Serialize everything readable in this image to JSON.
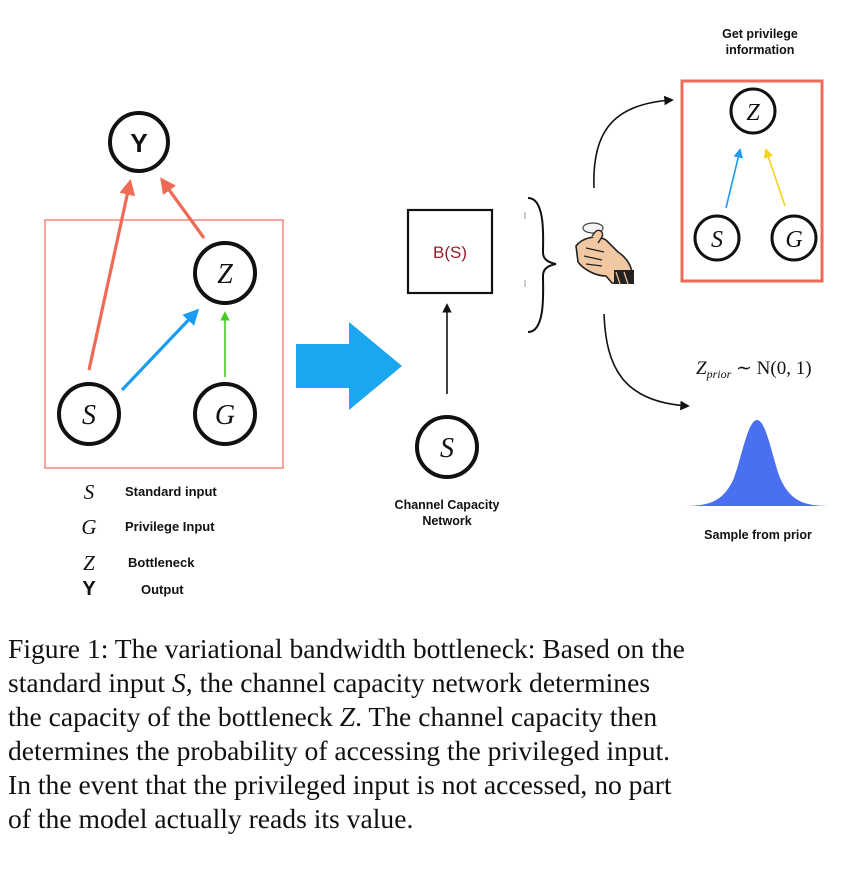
{
  "figure": {
    "nodes": {
      "y": "Y",
      "z": "Z",
      "s": "S",
      "g": "G",
      "bs": "B(S)",
      "channel_s": "S",
      "priv_z": "Z",
      "priv_s": "S",
      "priv_g": "G"
    },
    "legend": [
      {
        "symbol": "S",
        "label": "Standard input"
      },
      {
        "symbol": "G",
        "label": "Privilege Input"
      },
      {
        "symbol": "Z",
        "label": "Bottleneck"
      },
      {
        "symbol": "Y",
        "label": "Output"
      }
    ],
    "channel_label_line1": "Channel Capacity",
    "channel_label_line2": "Network",
    "privilege_title_line1": "Get privilege",
    "privilege_title_line2": "information",
    "prior_formula_z": "Z",
    "prior_formula_sub": "prior",
    "prior_formula_rest": " ∼ N(0, 1)",
    "prior_label": "Sample from prior",
    "icons": [
      "pointing-hand-icon",
      "bell-curve-icon",
      "right-arrow-icon"
    ],
    "colors": {
      "red_arrow": "#ef6a55",
      "blue_arrow": "#1a9cf2",
      "green_arrow": "#44cc22",
      "yellow_arrow": "#f2d21a",
      "big_arrow": "#1aa7f0",
      "box_border": "#ec6c59",
      "bs_text": "#9b1c2a",
      "gaussian": "#4a6ff0"
    }
  },
  "caption": {
    "line1": "Figure 1: The variational bandwidth bottleneck: Based on the",
    "line2_a": "standard input ",
    "line2_s": "S",
    "line2_b": ", the channel capacity network determines",
    "line3_a": "the capacity of the bottleneck ",
    "line3_z": "Z",
    "line3_b": ". The channel capacity then",
    "line4": "determines the probability of accessing the privileged input.",
    "line5": "In the event that the privileged input is not accessed, no part",
    "line6": "of the model actually reads its value."
  }
}
